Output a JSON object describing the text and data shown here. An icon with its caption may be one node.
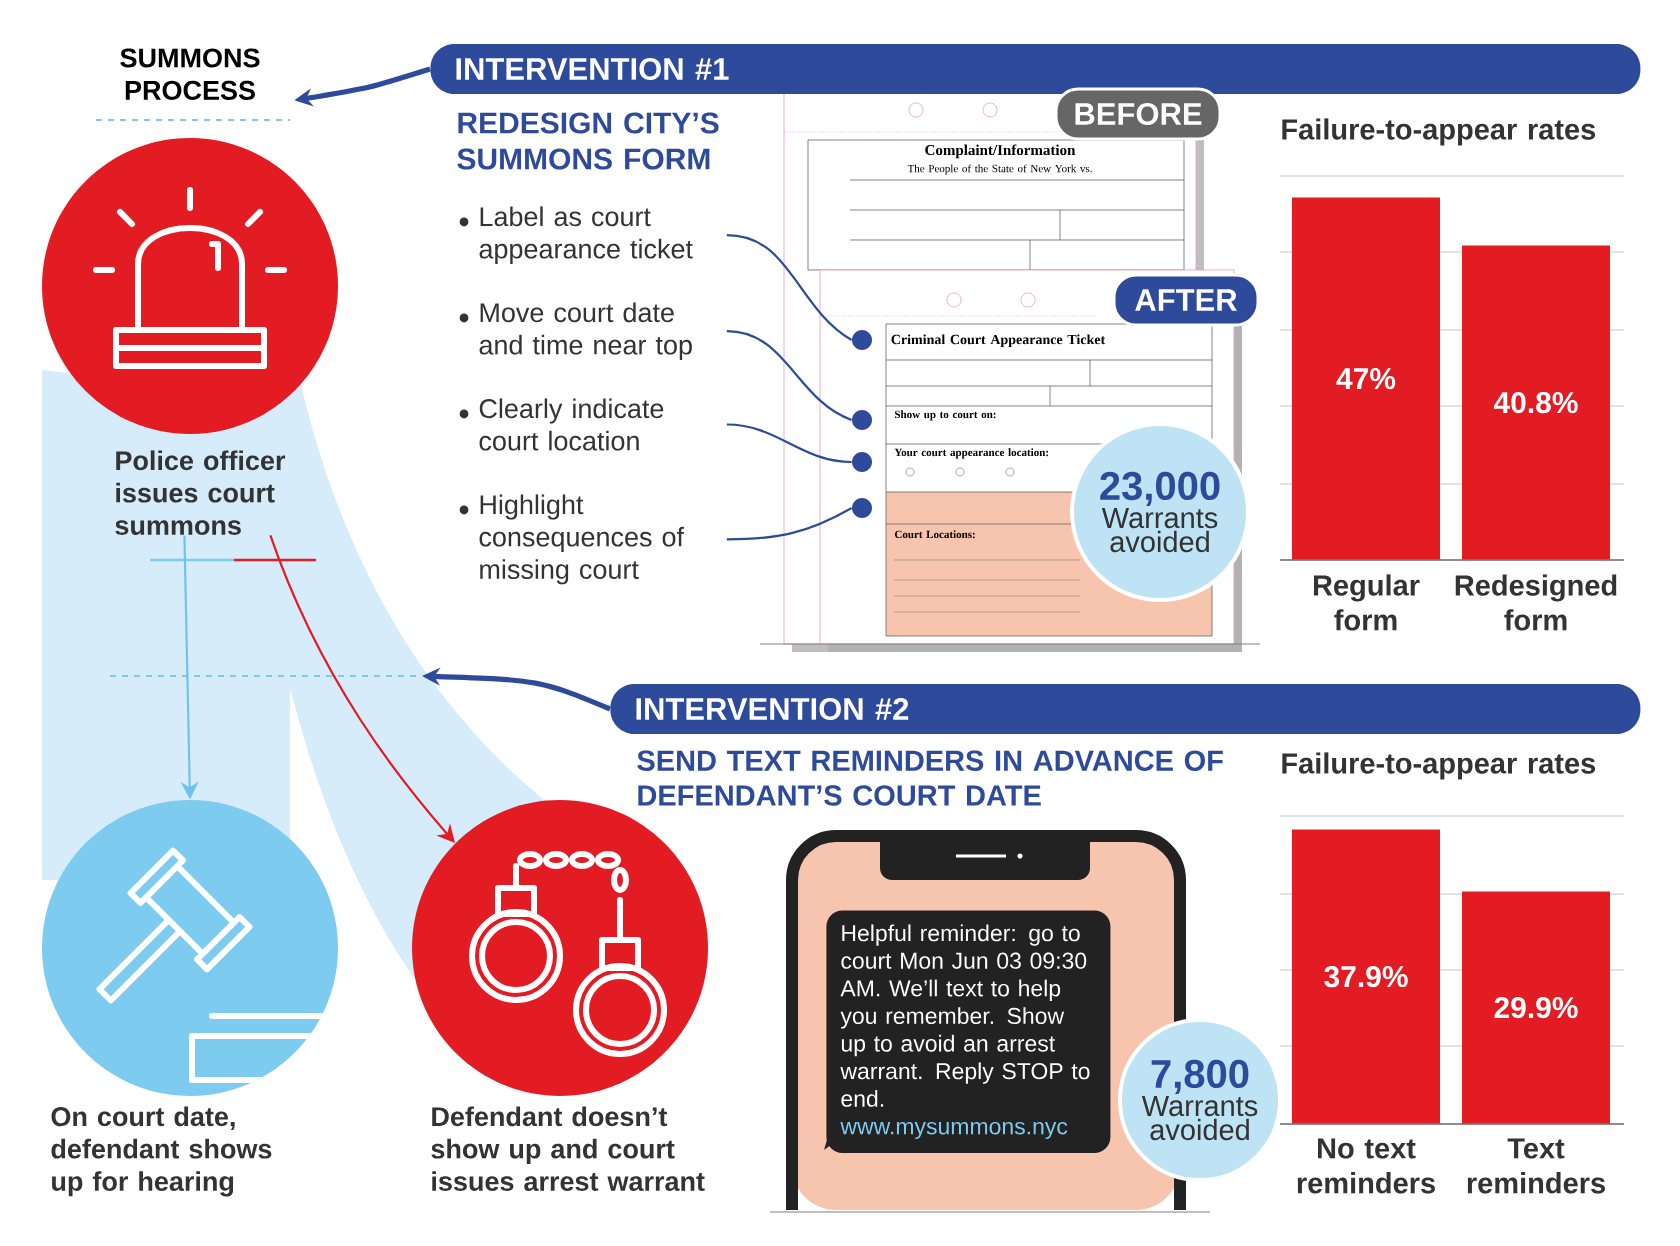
{
  "diagram": {
    "nodes": [
      {
        "text": [
          "SUMMONS PROCESS"
        ]
      },
      {
        "text": [
          "Police officer issues court summons"
        ]
      },
      {
        "text": [
          "On court date, defendant shows up for hearing"
        ]
      },
      {
        "text": [
          "Defendant doesn’t show up and court issues arrest warrant"
        ]
      },
      {
        "text": [
          "INTERVENTION #1"
        ]
      },
      {
        "text": [
          "BEFORE"
        ]
      },
      {
        "text": [
          "AFTER"
        ]
      },
      {
        "text": [
          "Label as court appearance ticket"
        ]
      },
      {
        "text": [
          "Move court date and time near top"
        ]
      },
      {
        "text": [
          "Clearly indicate court location"
        ]
      },
      {
        "text": [
          "Highlight consequences of missing court"
        ]
      },
      {
        "text": [],
        "shape": "circle"
      },
      {
        "text": [],
        "shape": "circle"
      },
      {
        "text": [],
        "shape": "circle"
      },
      {
        "text": [],
        "shape": "circle"
      },
      {
        "text": [
          "23,000",
          "Warrants avoided"
        ]
      },
      {
        "text": [
          "47%"
        ],
        "beside": [
          "Regular form"
        ]
      },
      {
        "text": [
          "40.8%"
        ],
        "beside": [
          "Redesigned form"
        ]
      },
      {
        "text": [
          "INTERVENTION #2"
        ]
      },
      {
        "text": [
          "Helpful reminder: go to court Mon Jun 03 09:30 AM. We’ll text to help you remember. Show up to avoid an arrest warrant. Reply STOP to end.",
          "www.mysummons.nyc"
        ]
      },
      {
        "text": [
          "7,800",
          "Warrants avoided"
        ]
      },
      {
        "text": [
          "37.9%"
        ],
        "beside": [
          "No text reminders"
        ]
      },
      {
        "text": [
          "29.9%"
        ],
        "beside": [
          "Text reminders"
        ]
      }
    ],
    "edges": [
      {
        "from": 4,
        "to": 0,
        "arrow": "to",
        "style": "thick"
      },
      {
        "from": 1,
        "to": 2,
        "arrow": "to",
        "color": "#6ec3ee"
      },
      {
        "from": 1,
        "to": 3,
        "arrow": "to",
        "color": "#e31b23"
      },
      {
        "from": 18,
        "to": null,
        "arrow": "to",
        "style": "thick"
      },
      {
        "from": 7,
        "to": 11,
        "arrow": "none"
      },
      {
        "from": 8,
        "to": 12,
        "arrow": "none"
      },
      {
        "from": 9,
        "to": 13,
        "arrow": "none"
      },
      {
        "from": 10,
        "to": 14,
        "arrow": "none"
      }
    ],
    "labels": [
      "REDESIGN CITY’S SUMMONS FORM",
      "Complaint/Information",
      "The People of the State of New York vs.",
      "Criminal Court Appearance Ticket",
      "Show up to court on:",
      "Your court appearance location:",
      "Court Locations:",
      "Failure-to-appear rates",
      "SEND TEXT REMINDERS IN ADVANCE OF DEFENDANT’S COURT DATE",
      "Failure-to-appear rates"
    ]
  }
}
